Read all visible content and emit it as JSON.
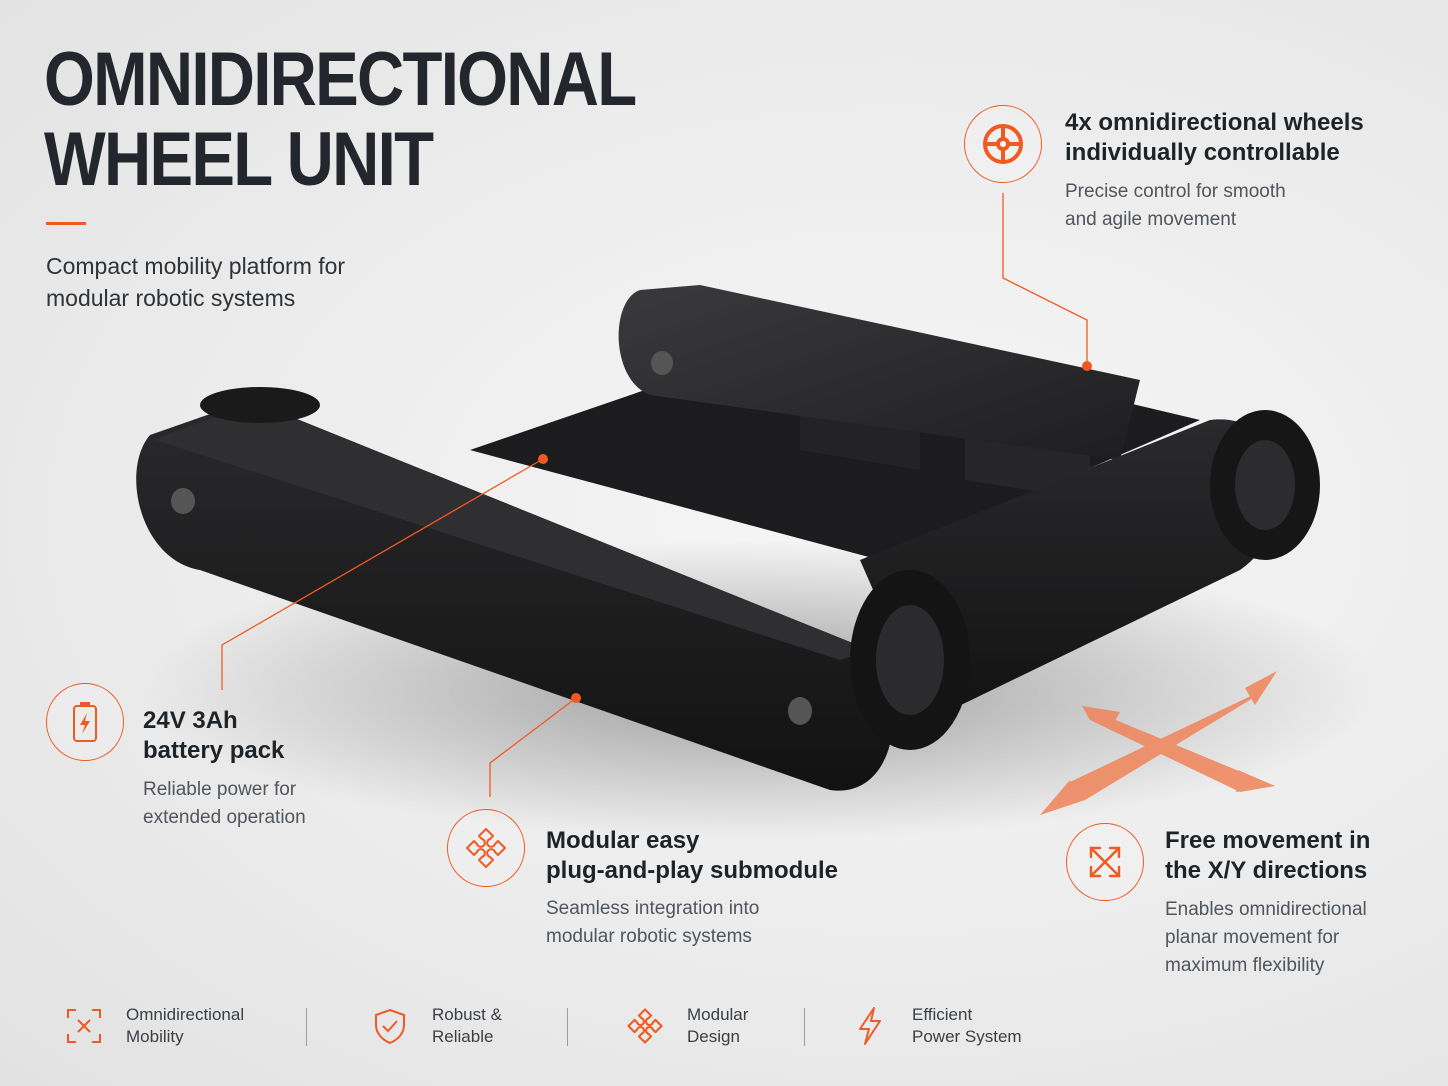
{
  "header": {
    "title_lines": [
      "OMNIDIRECTIONAL",
      "WHEEL UNIT"
    ],
    "subtitle_lines": [
      "Compact mobility platform for",
      "modular robotic systems"
    ]
  },
  "callouts": [
    {
      "id": "wheels",
      "icon": "omni-wheel-icon",
      "title_lines": [
        "4x omnidirectional wheels",
        "individually controllable"
      ],
      "desc_lines": [
        "Precise control for smooth",
        "and agile movement"
      ]
    },
    {
      "id": "battery",
      "icon": "battery-icon",
      "title_lines": [
        "24V 3Ah",
        "battery pack"
      ],
      "desc_lines": [
        "Reliable power for",
        "extended operation"
      ]
    },
    {
      "id": "modular",
      "icon": "puzzle-icon",
      "title_lines": [
        "Modular easy",
        "plug-and-play submodule"
      ],
      "desc_lines": [
        "Seamless integration into",
        "modular robotic systems"
      ]
    },
    {
      "id": "movement",
      "icon": "xy-arrows-icon",
      "title_lines": [
        "Free movement in",
        "the X/Y directions"
      ],
      "desc_lines": [
        "Enables omnidirectional",
        "planar movement for",
        "maximum flexibility"
      ]
    }
  ],
  "features": [
    {
      "icon": "mobility-icon",
      "label_lines": [
        "Omnidirectional",
        "Mobility"
      ]
    },
    {
      "icon": "shield-check-icon",
      "label_lines": [
        "Robust &",
        "Reliable"
      ]
    },
    {
      "icon": "puzzle-icon",
      "label_lines": [
        "Modular",
        "Design"
      ]
    },
    {
      "icon": "lightning-icon",
      "label_lines": [
        "Efficient",
        "Power System"
      ]
    }
  ],
  "colors": {
    "accent": "#f05a22",
    "text": "#1e2328",
    "body": "#50565c",
    "device": "#1b1b1c"
  }
}
